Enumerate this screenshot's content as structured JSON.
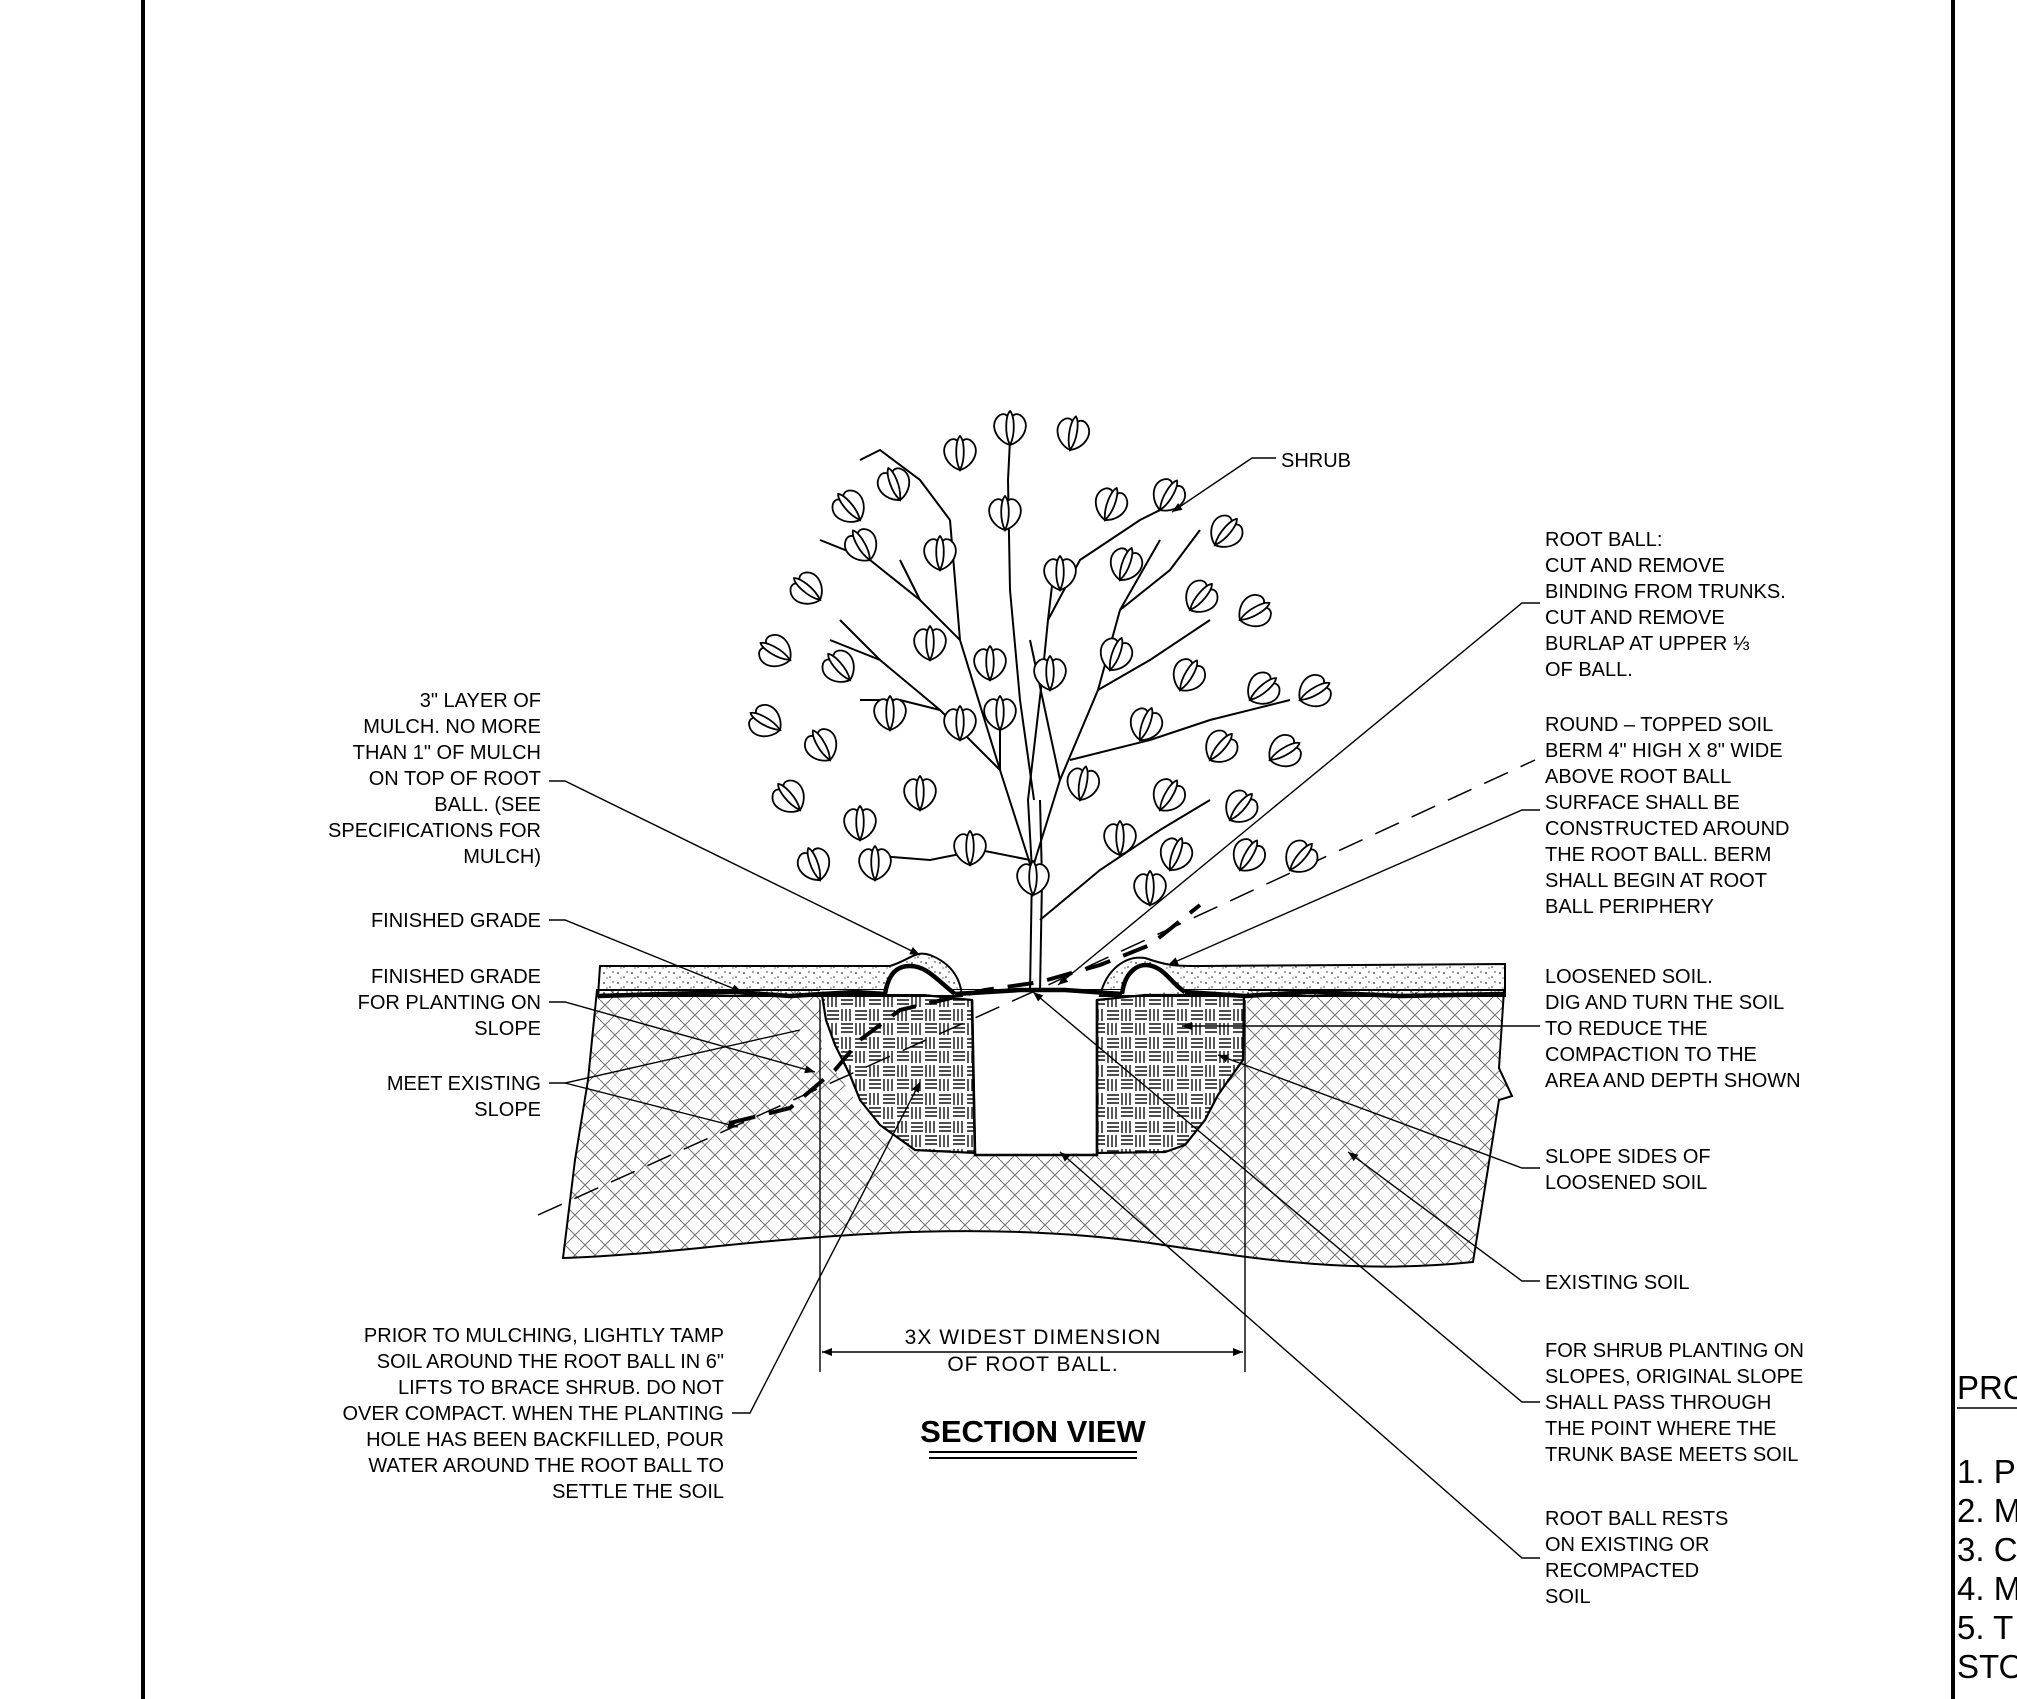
{
  "title": "SECTION VIEW",
  "dimension": {
    "line1": "3X WIDEST DIMENSION",
    "line2": "OF ROOT BALL."
  },
  "left_notes": {
    "mulch": [
      "3\" LAYER OF",
      "MULCH. NO MORE",
      "THAN 1\" OF MULCH",
      "ON TOP OF ROOT",
      "BALL. (SEE",
      "SPECIFICATIONS FOR",
      "MULCH)"
    ],
    "finished_grade": [
      "FINISHED GRADE"
    ],
    "finished_grade_slope": [
      "FINISHED GRADE",
      "FOR PLANTING ON",
      "SLOPE"
    ],
    "meet_slope": [
      "MEET EXISTING",
      "SLOPE"
    ],
    "tamp": [
      "PRIOR TO MULCHING, LIGHTLY TAMP",
      "SOIL AROUND THE ROOT BALL IN 6\"",
      "LIFTS TO BRACE SHRUB. DO NOT",
      "OVER COMPACT. WHEN THE PLANTING",
      "HOLE HAS BEEN BACKFILLED, POUR",
      "WATER AROUND THE ROOT BALL TO",
      "SETTLE THE SOIL"
    ]
  },
  "right_notes": {
    "shrub": [
      "SHRUB"
    ],
    "root_ball": [
      "ROOT BALL:",
      "CUT AND REMOVE",
      "BINDING FROM TRUNKS.",
      "CUT AND REMOVE",
      "BURLAP AT UPPER ⅓",
      "OF BALL."
    ],
    "berm": [
      "ROUND – TOPPED SOIL",
      "BERM 4\" HIGH X 8\" WIDE",
      "ABOVE ROOT BALL",
      "SURFACE SHALL BE",
      "CONSTRUCTED AROUND",
      "THE ROOT BALL. BERM",
      "SHALL BEGIN AT ROOT",
      "BALL PERIPHERY"
    ],
    "loosened": [
      "LOOSENED SOIL.",
      "DIG AND TURN THE SOIL",
      "TO REDUCE THE",
      "COMPACTION TO THE",
      "AREA AND DEPTH SHOWN"
    ],
    "slope_sides": [
      "SLOPE SIDES OF",
      "LOOSENED SOIL"
    ],
    "existing": [
      "EXISTING SOIL"
    ],
    "slope_planting": [
      "FOR SHRUB PLANTING ON",
      "SLOPES, ORIGINAL SLOPE",
      "SHALL PASS THROUGH",
      "THE POINT WHERE THE",
      "TRUNK BASE MEETS SOIL"
    ],
    "rests": [
      "ROOT BALL RESTS",
      "ON EXISTING OR",
      "RECOMPACTED",
      "SOIL"
    ]
  },
  "side_panel": {
    "heading": "PRO",
    "items": [
      "1. P",
      "2. M",
      "3. C",
      "4. M",
      "5. T",
      "STO"
    ]
  }
}
